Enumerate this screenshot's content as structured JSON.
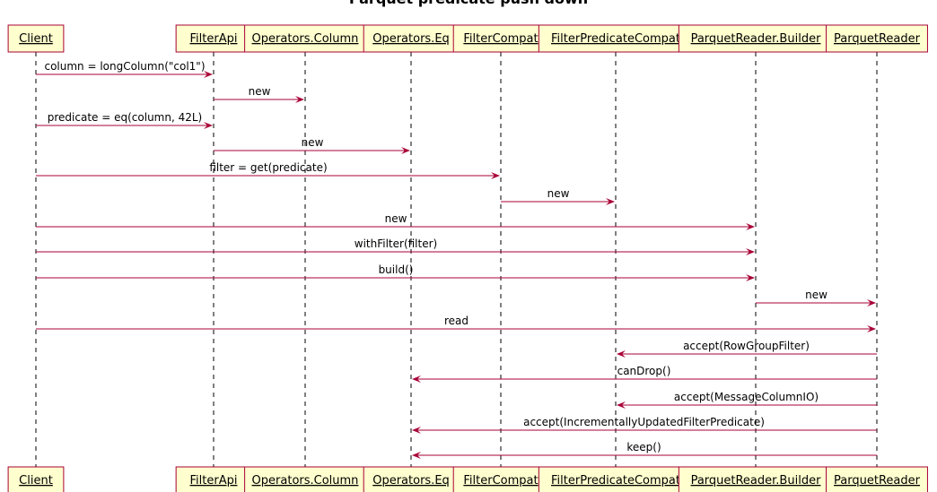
{
  "title": "Parquet predicate push down",
  "colors": {
    "box_fill": "#FEFECE",
    "box_border": "#A80036",
    "arrow": "#A80036",
    "lifeline": "#000000"
  },
  "participants": [
    "Client",
    "FilterApi",
    "Operators.Column",
    "Operators.Eq",
    "FilterCompat",
    "FilterPredicateCompat",
    "ParquetReader.Builder",
    "ParquetReader"
  ],
  "messages": [
    {
      "from": 0,
      "to": 1,
      "label": "column = longColumn(\"col1\")"
    },
    {
      "from": 1,
      "to": 2,
      "label": "new"
    },
    {
      "from": 0,
      "to": 1,
      "label": "predicate = eq(column, 42L)"
    },
    {
      "from": 1,
      "to": 3,
      "label": "new"
    },
    {
      "from": 0,
      "to": 4,
      "label": "filter = get(predicate)"
    },
    {
      "from": 4,
      "to": 5,
      "label": "new"
    },
    {
      "from": 0,
      "to": 6,
      "label": "new"
    },
    {
      "from": 0,
      "to": 6,
      "label": "withFilter(filter)"
    },
    {
      "from": 0,
      "to": 6,
      "label": "build()"
    },
    {
      "from": 6,
      "to": 7,
      "label": "new"
    },
    {
      "from": 0,
      "to": 7,
      "label": "read"
    },
    {
      "from": 7,
      "to": 5,
      "label": "accept(RowGroupFilter)"
    },
    {
      "from": 7,
      "to": 3,
      "label": "canDrop()"
    },
    {
      "from": 7,
      "to": 5,
      "label": "accept(MessageColumnIO)"
    },
    {
      "from": 7,
      "to": 3,
      "label": "accept(IncrementallyUpdatedFilterPredicate)"
    },
    {
      "from": 7,
      "to": 3,
      "label": "keep()"
    }
  ]
}
